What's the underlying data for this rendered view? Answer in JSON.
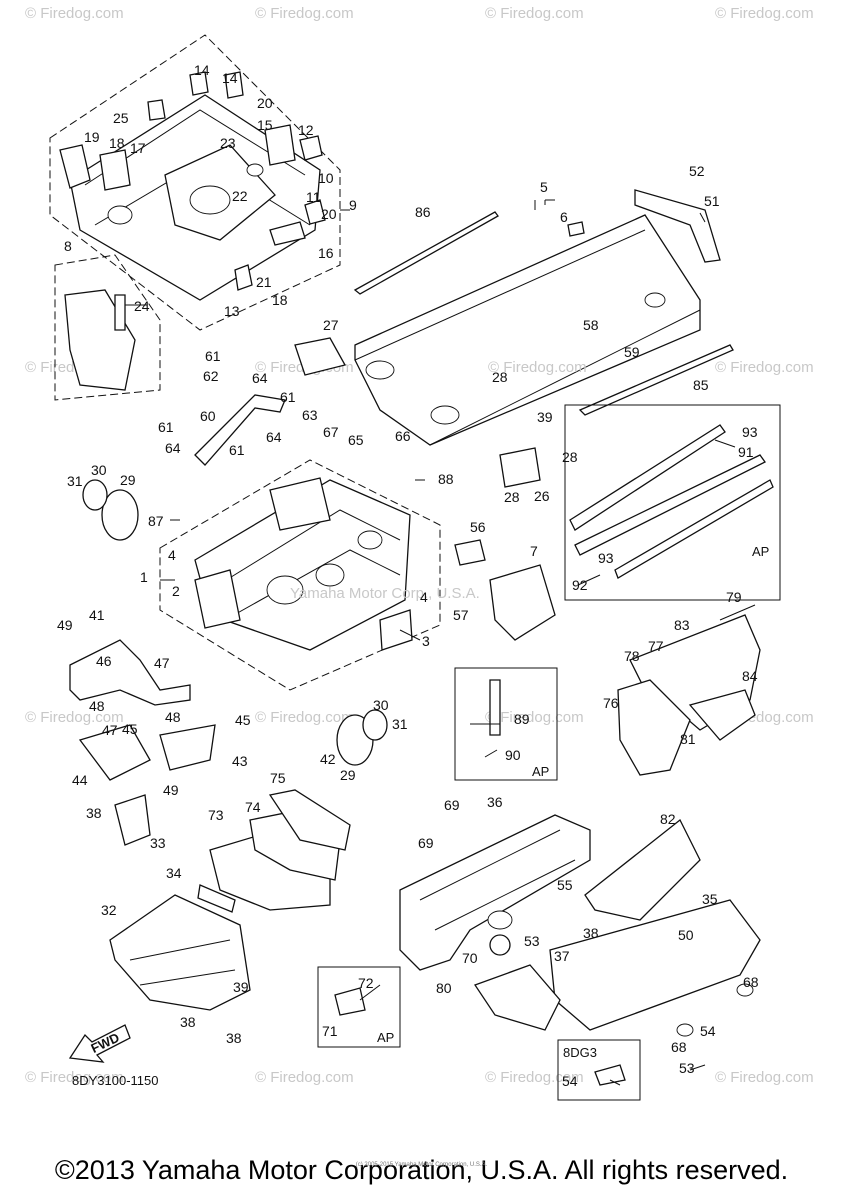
{
  "watermark_text": "© Firedog.com",
  "center_watermark": "© Firedog.com",
  "center_watermark_2": "Yamaha Motor Corp., U.S.A.",
  "part_numbers": [
    "1",
    "2",
    "3",
    "4",
    "5",
    "6",
    "7",
    "8",
    "9",
    "10",
    "11",
    "12",
    "13",
    "14",
    "15",
    "16",
    "17",
    "18",
    "19",
    "20",
    "21",
    "22",
    "23",
    "24",
    "25",
    "26",
    "27",
    "28",
    "29",
    "30",
    "31",
    "32",
    "33",
    "34",
    "35",
    "36",
    "37",
    "38",
    "39",
    "41",
    "42",
    "43",
    "44",
    "45",
    "46",
    "47",
    "48",
    "49",
    "50",
    "51",
    "52",
    "53",
    "54",
    "55",
    "56",
    "57",
    "58",
    "59",
    "60",
    "61",
    "62",
    "63",
    "64",
    "65",
    "66",
    "67",
    "68",
    "69",
    "70",
    "71",
    "72",
    "73",
    "74",
    "75",
    "76",
    "77",
    "78",
    "79",
    "80",
    "81",
    "82",
    "83",
    "84",
    "85",
    "86",
    "87",
    "88",
    "89",
    "90",
    "91",
    "92",
    "93"
  ],
  "ap_label": "AP",
  "variant_label": "8DG3",
  "fwd_label": "FWD",
  "diagram_code": "8DY3100-1150",
  "fine_print": "(c) 2005-2015 Yamaha Motor Corporation, U.S.A.",
  "copyright": "©2013 Yamaha Motor Corporation, U.S.A. All rights reserved."
}
